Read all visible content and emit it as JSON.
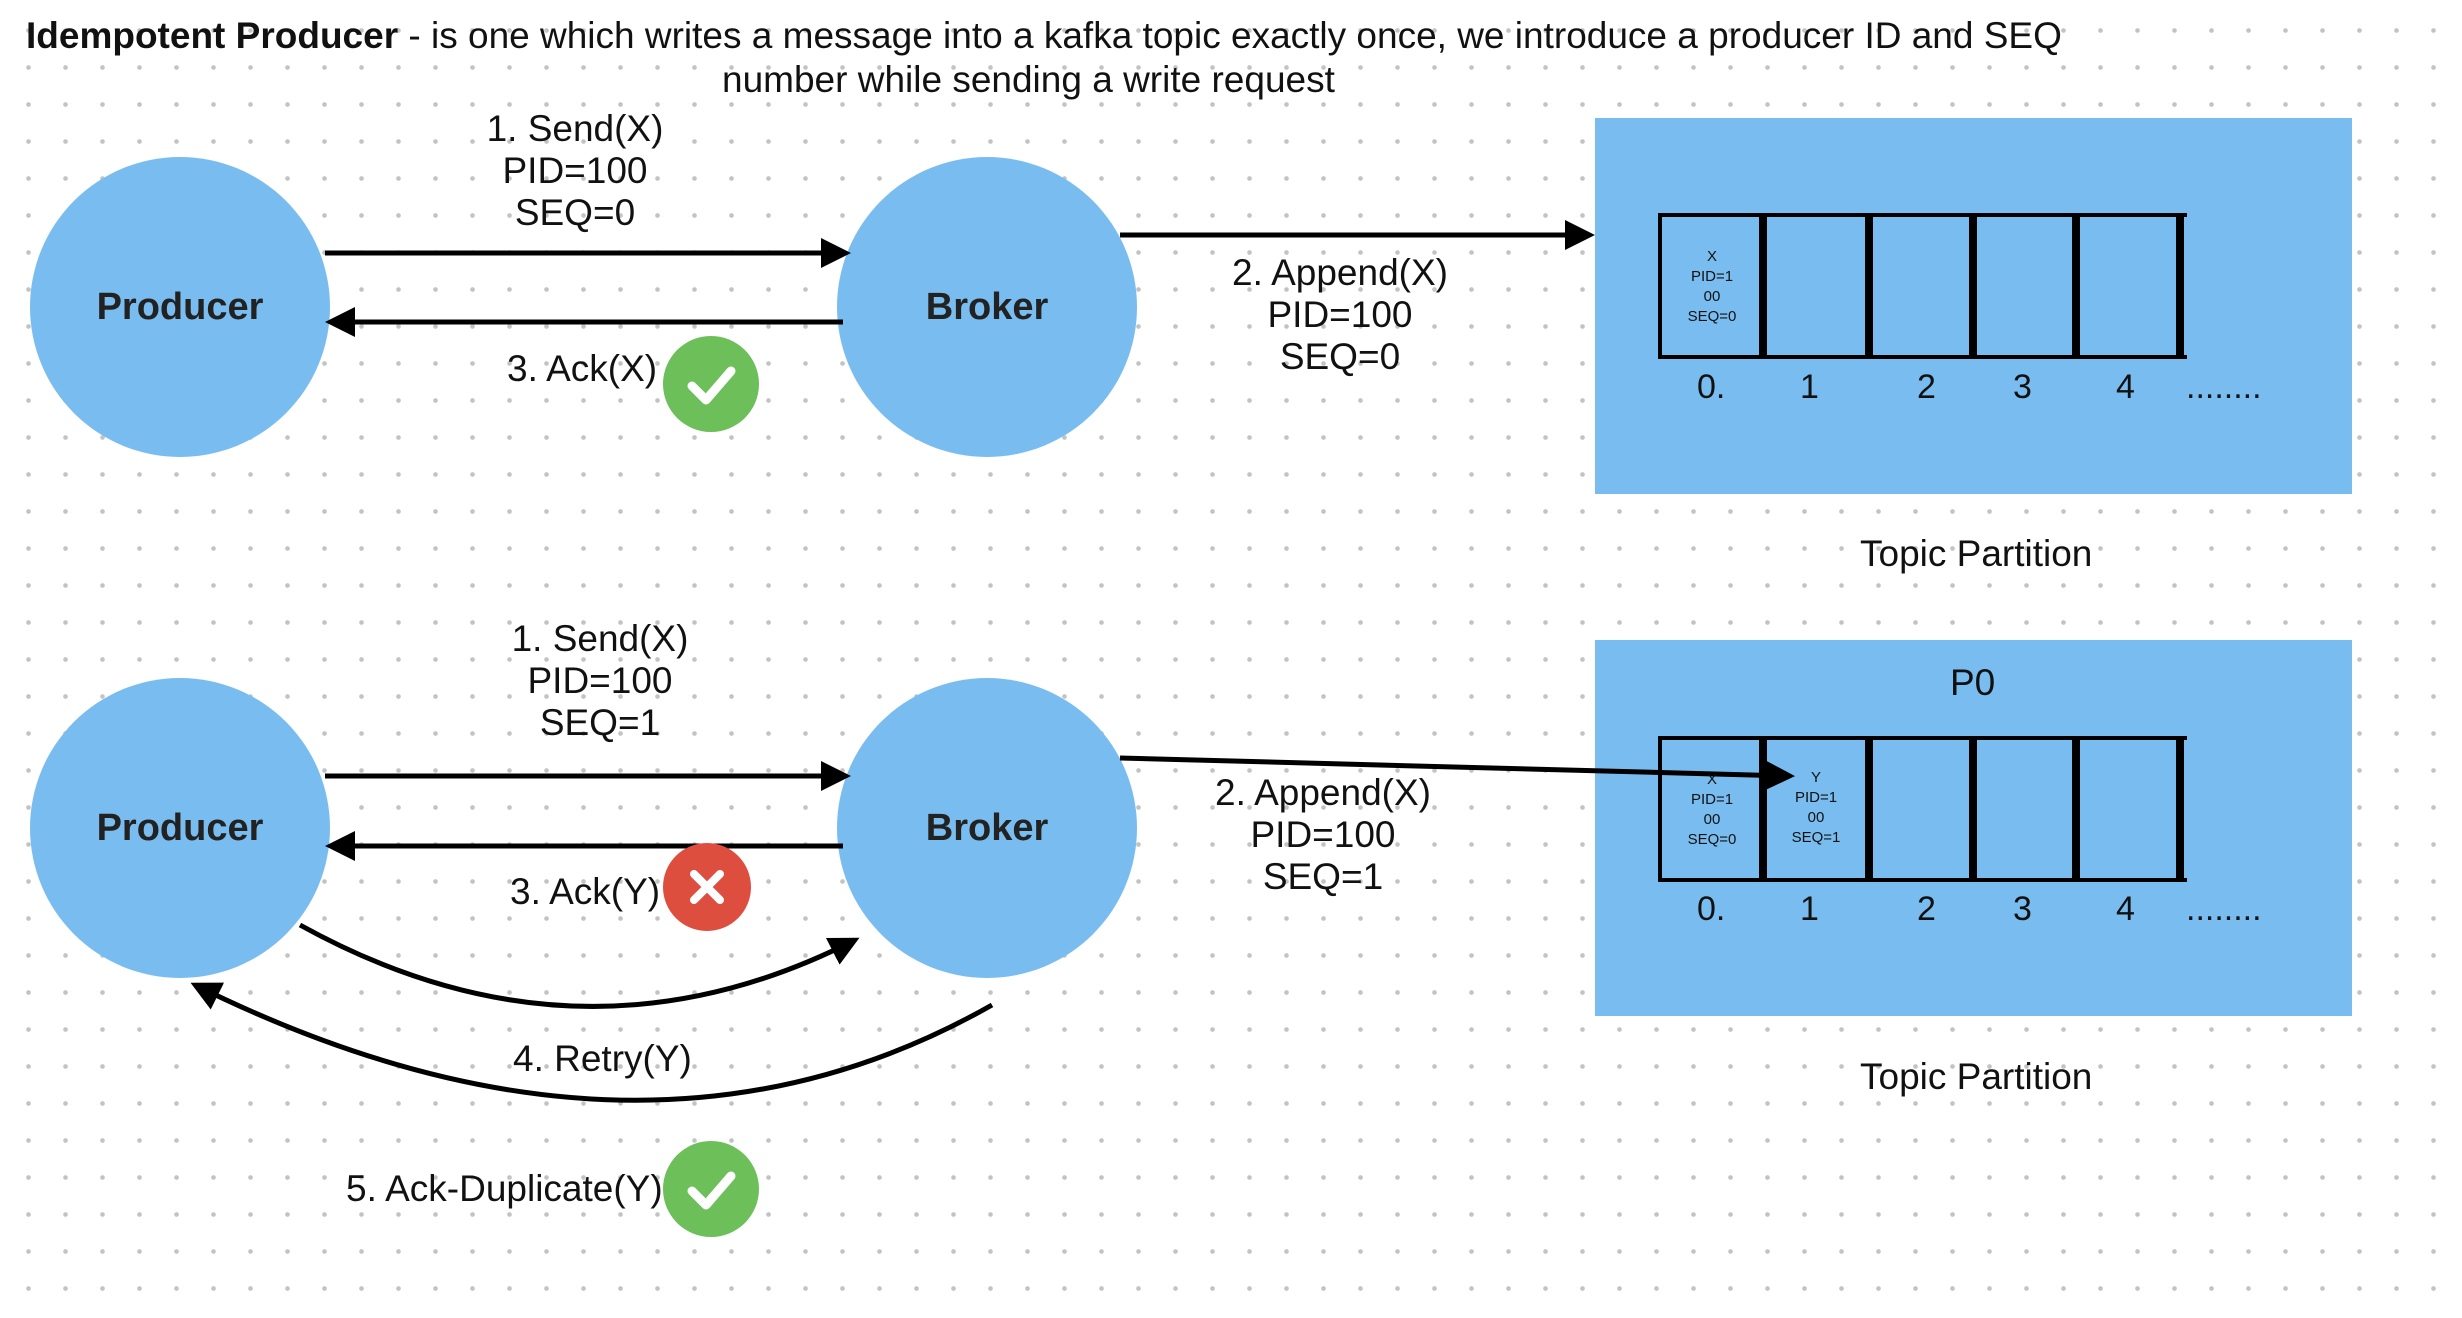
{
  "title": {
    "bold": "Idempotent Producer",
    "line1_rest": " -  is one which writes a message into a kafka topic exactly once, we introduce a producer ID and SEQ",
    "line2": "number while sending a write request"
  },
  "top": {
    "producer": "Producer",
    "broker": "Broker",
    "send": [
      "1. Send(X)",
      "PID=100",
      "SEQ=0"
    ],
    "append": [
      "2. Append(X)",
      "PID=100",
      "SEQ=0"
    ],
    "ack": "3. Ack(X)",
    "cell0": [
      "X",
      "PID=1",
      "00",
      "SEQ=0"
    ],
    "indices": [
      "0.",
      "1",
      "2",
      "3",
      "4",
      "........"
    ],
    "partition_label": "Topic Partition"
  },
  "bottom": {
    "producer": "Producer",
    "broker": "Broker",
    "send": [
      "1. Send(X)",
      "PID=100",
      "SEQ=1"
    ],
    "append": [
      "2. Append(X)",
      "PID=100",
      "SEQ=1"
    ],
    "ack": "3. Ack(Y)",
    "retry": "4. Retry(Y)",
    "ack_duplicate": "5. Ack-Duplicate(Y)",
    "panel_title": "P0",
    "cell0": [
      "X",
      "PID=1",
      "00",
      "SEQ=0"
    ],
    "cell1": [
      "Y",
      "PID=1",
      "00",
      "SEQ=1"
    ],
    "indices": [
      "0.",
      "1",
      "2",
      "3",
      "4",
      "........"
    ],
    "partition_label": "Topic Partition"
  },
  "colors": {
    "node_fill": "#79bdf0",
    "check": "#6cbf59",
    "cross": "#dd4e3f"
  },
  "icons": {
    "ack_success": "check-icon",
    "ack_failed": "cross-icon",
    "ack_duplicate": "check-icon"
  }
}
